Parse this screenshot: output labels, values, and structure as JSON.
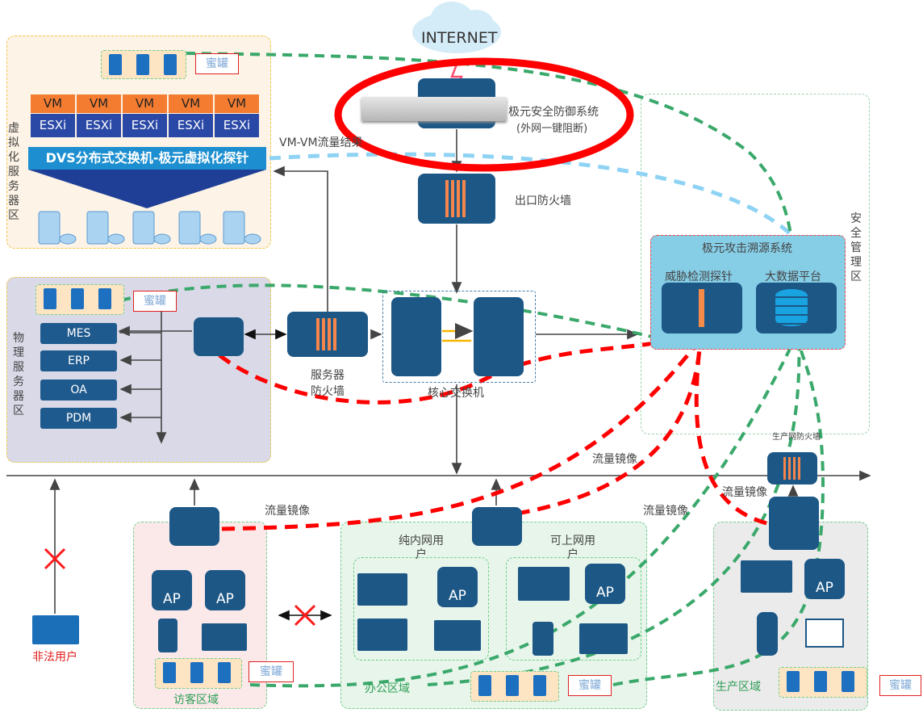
{
  "internet": "INTERNET",
  "virtual_zone": {
    "label": "虚拟化服务器区",
    "honeypot": "蜜罐",
    "vm_label": "VM",
    "esxi_label": "ESXi",
    "dvs": "DVS分布式交换机-极元虚拟化探针",
    "vm_traffic": "VM-VM流量结果"
  },
  "defense": {
    "name": "极元安全防御系统",
    "sub": "(外网一键阻断)"
  },
  "exit_firewall": "出口防火墙",
  "physical_zone": {
    "label": "物理服务器区",
    "honeypot": "蜜罐",
    "servers": [
      "MES",
      "ERP",
      "OA",
      "PDM"
    ]
  },
  "server_firewall": "服务器防火墙",
  "core_switch": "核心交换机",
  "security_zone": {
    "label": "安全管理区",
    "trace_system": "极元攻击溯源系统",
    "probe": "威胁检测探针",
    "bigdata": "大数据平台"
  },
  "mirror_labels": [
    "流量镜像",
    "流量镜像",
    "流量镜像",
    "流量镜像"
  ],
  "prod_firewall": "生产网防火墙",
  "guest_zone": {
    "label": "访客区域",
    "honeypot": "蜜罐",
    "ap": "AP"
  },
  "office_zone": {
    "label": "办公区域",
    "honeypot": "蜜罐",
    "intranet_users": "纯内网用户",
    "internet_users": "可上网用户",
    "ap": "AP"
  },
  "production_zone": {
    "label": "生产区域",
    "honeypot": "蜜罐",
    "ap": "AP"
  },
  "illegal_user": "非法用户",
  "colors": {
    "device": "#1c5786",
    "green_dash": "#3aa86b",
    "red_dash": "#ff0000",
    "blue_dash": "#8fd3f4",
    "dvs": "#1d8fd0"
  }
}
